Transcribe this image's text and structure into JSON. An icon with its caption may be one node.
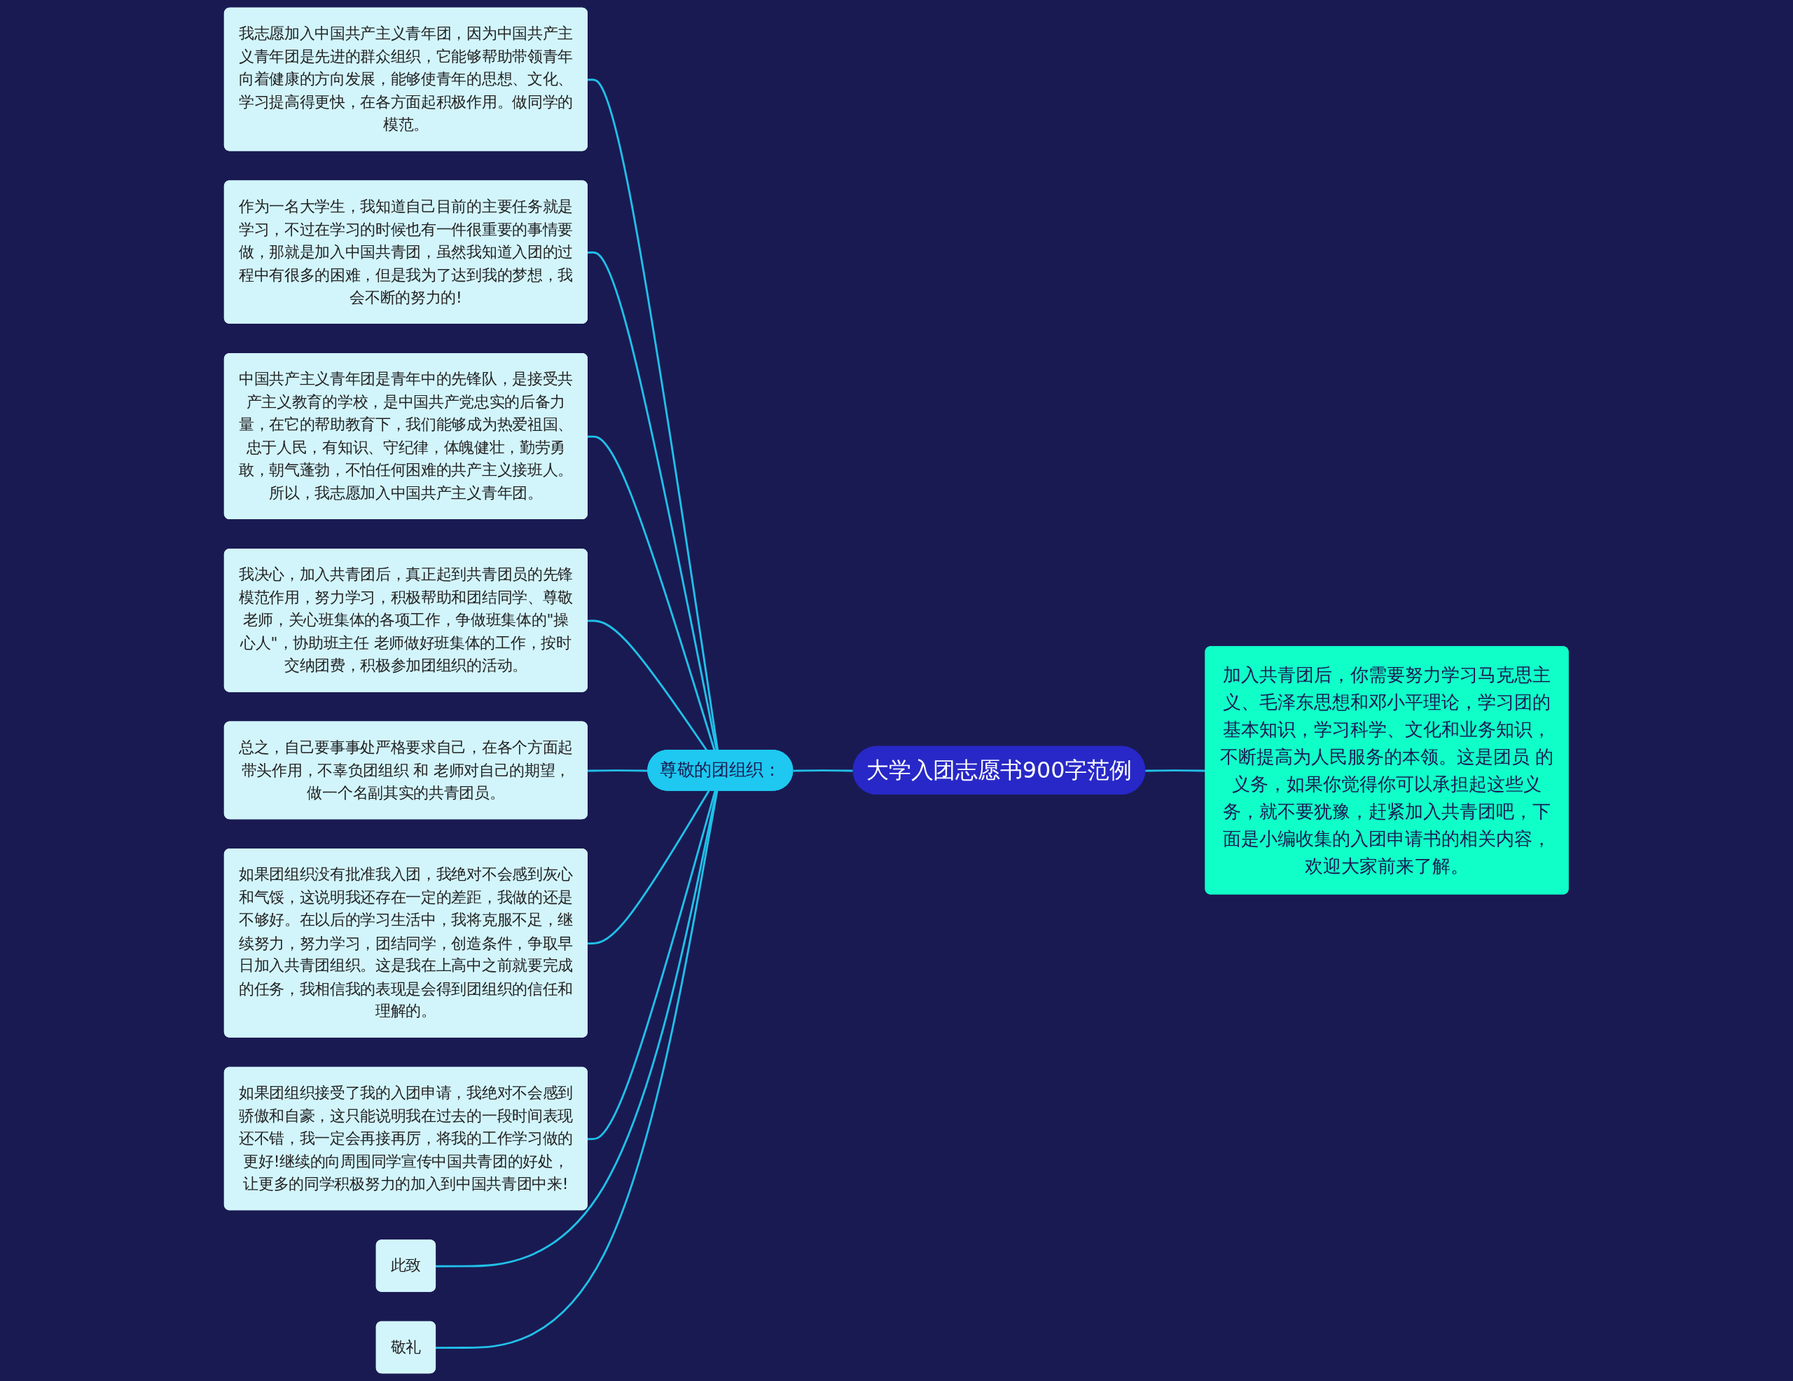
{
  "diagram": {
    "nodes": [
      {
        "text": [
          "大学入团志愿书900字范例"
        ]
      },
      {
        "text": [
          "尊敬的团组织："
        ]
      },
      {
        "text": [
          "我志愿加入中国共产主义青年团，因为中国共产主义青年团是先进的群众组织，它能够帮助带领青年向着健康的方向发展，能够使青年的思想、文化、学习提高得更快，在各方面起积极作用。做同学的模范。"
        ]
      },
      {
        "text": [
          "作为一名大学生，我知道自己目前的主要任务就是学习，不过在学习的时候也有一件很重要的事情要做，那就是加入中国共青团，虽然我知道入团的过程中有很多的困难，但是我为了达到我的梦想，我会不断的努力的!"
        ]
      },
      {
        "text": [
          "中国共产主义青年团是青年中的先锋队，是接受共产主义教育的学校，是中国共产党忠实的后备力量，在它的帮助教育下，我们能够成为热爱祖国、忠于人民，有知识、守纪律，体魄健壮，勤劳勇敢，朝气蓬勃，不怕任何困难的共产主义接班人。所以，我志愿加入中国共产主义青年团。"
        ]
      },
      {
        "text": [
          "我决心，加入共青团后，真正起到共青团员的先锋模范作用，努力学习，积极帮助和团结同学、尊敬老师，关心班集体的各项工作，争做班集体的\"操心人\"，协助班主任 老师做好班集体的工作，按时交纳团费，积极参加团组织的活动。"
        ]
      },
      {
        "text": [
          "总之，自己要事事处严格要求自己，在各个方面起带头作用，不辜负团组织 和 老师对自己的期望，做一个名副其实的共青团员。"
        ]
      },
      {
        "text": [
          "如果团组织没有批准我入团，我绝对不会感到灰心和气馁，这说明我还存在一定的差距，我做的还是不够好。在以后的学习生活中，我将克服不足，继续努力，努力学习，团结同学，创造条件，争取早日加入共青团组织。这是我在上高中之前就要完成的任务，我相信我的表现是会得到团组织的信任和理解的。"
        ]
      },
      {
        "text": [
          "如果团组织接受了我的入团申请，我绝对不会感到骄傲和自豪，这只能说明我在过去的一段时间表现还不错，我一定会再接再厉，将我的工作学习做的更好!继续的向周围同学宣传中国共青团的好处，让更多的同学积极努力的加入到中国共青团中来!"
        ]
      },
      {
        "text": [
          "此致"
        ]
      },
      {
        "text": [
          "敬礼"
        ]
      },
      {
        "text": [
          "加入共青团后，你需要努力学习马克思主义、毛泽东思想和邓小平理论，学习团的基本知识，学习科学、文化和业务知识，不断提高为人民服务的本领。这是团员 的义务，如果你觉得你可以承担起这些义务，就不要犹豫，赶紧加入共青团吧，下面是小编收集的入团申请书的相关内容，欢迎大家前来了解。"
        ]
      }
    ],
    "edges": [
      {
        "from": 0,
        "to": 1,
        "arrow": "none"
      },
      {
        "from": 1,
        "to": 2,
        "arrow": "none"
      },
      {
        "from": 1,
        "to": 3,
        "arrow": "none"
      },
      {
        "from": 1,
        "to": 4,
        "arrow": "none"
      },
      {
        "from": 1,
        "to": 5,
        "arrow": "none"
      },
      {
        "from": 1,
        "to": 6,
        "arrow": "none"
      },
      {
        "from": 1,
        "to": 7,
        "arrow": "none"
      },
      {
        "from": 1,
        "to": 8,
        "arrow": "none"
      },
      {
        "from": 1,
        "to": 9,
        "arrow": "none"
      },
      {
        "from": 1,
        "to": 10,
        "arrow": "none"
      },
      {
        "from": 0,
        "to": 11,
        "arrow": "none"
      }
    ]
  }
}
